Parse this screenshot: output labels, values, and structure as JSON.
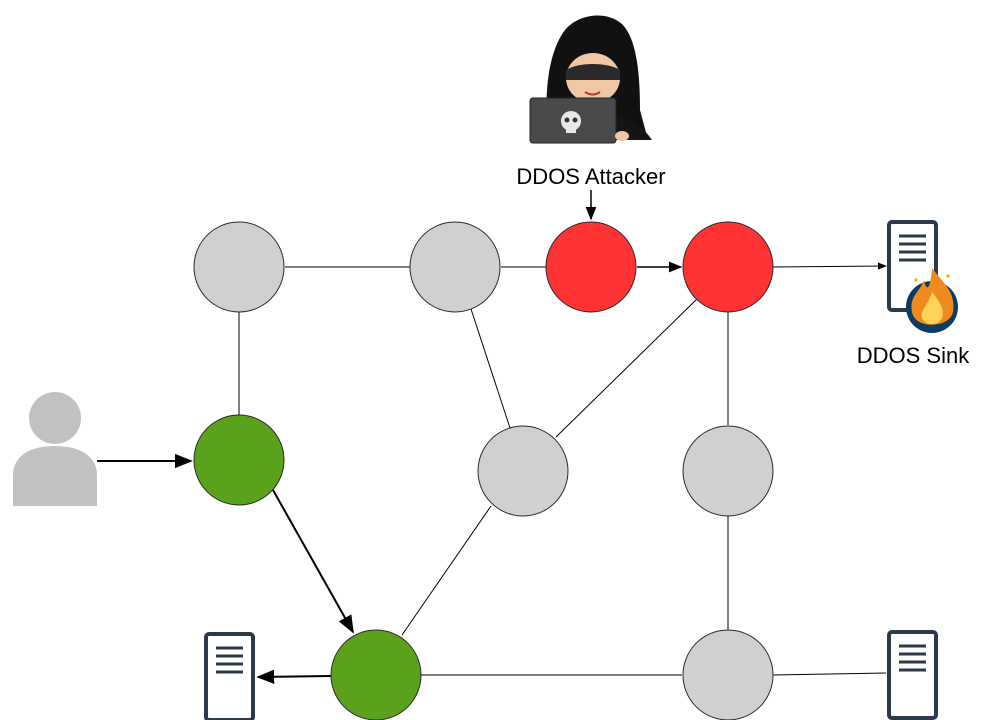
{
  "labels": {
    "attacker": "DDOS Attacker",
    "sink": "DDOS Sink"
  },
  "colors": {
    "node_gray": "#d0d0d0",
    "node_red": "#ff3333",
    "node_green": "#5aa21b",
    "stroke": "#2a2a2a",
    "edge": "#000000"
  },
  "nodes": [
    {
      "id": "n-top-left",
      "color": "gray"
    },
    {
      "id": "n-top-mid",
      "color": "gray"
    },
    {
      "id": "n-red-1",
      "color": "red"
    },
    {
      "id": "n-red-2",
      "color": "red"
    },
    {
      "id": "n-green-1",
      "color": "green"
    },
    {
      "id": "n-center",
      "color": "gray"
    },
    {
      "id": "n-right-mid",
      "color": "gray"
    },
    {
      "id": "n-green-2",
      "color": "green"
    },
    {
      "id": "n-bottom-right",
      "color": "gray"
    }
  ],
  "icons": [
    "attacker-icon",
    "user-icon",
    "server-icon",
    "sink-server-icon",
    "fire-icon"
  ]
}
